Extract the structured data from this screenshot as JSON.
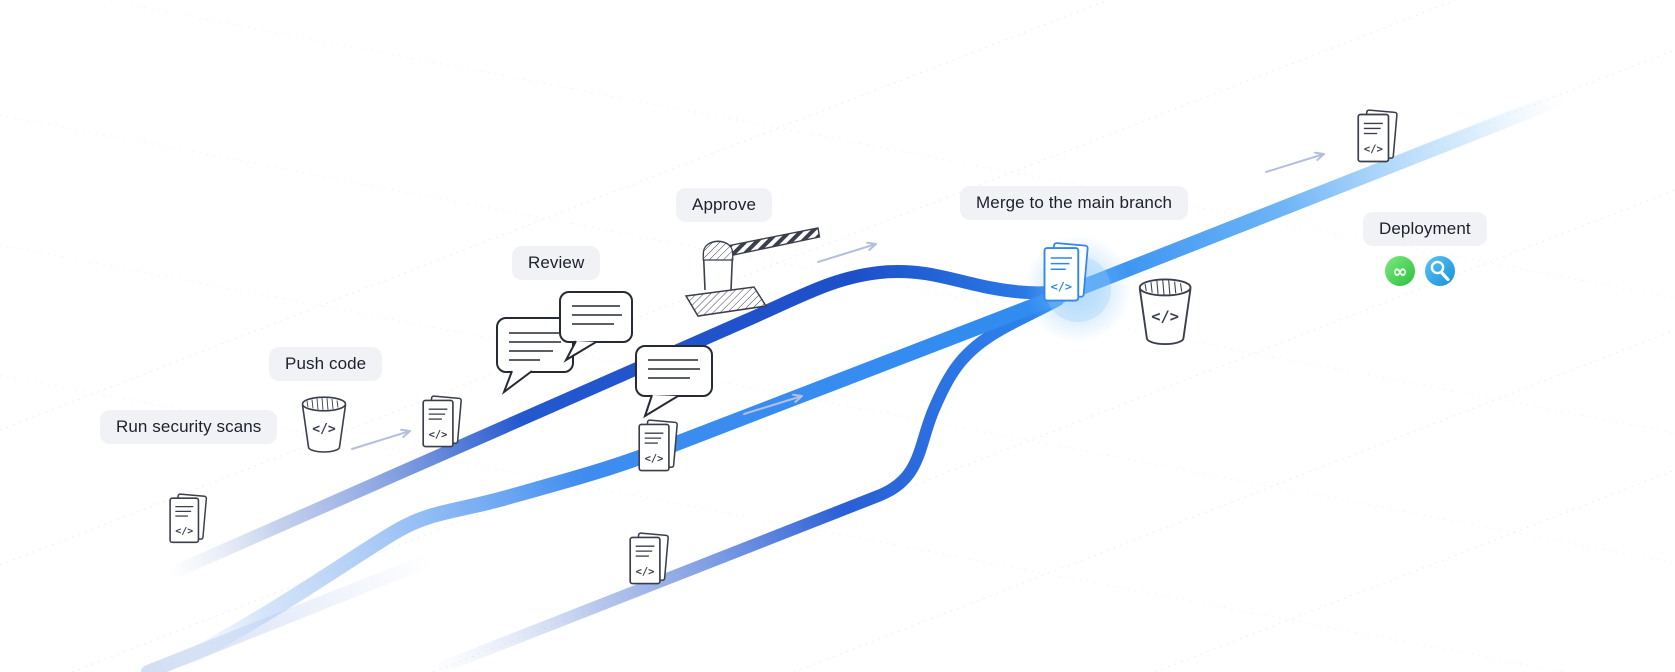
{
  "diagram": {
    "background": "#ffffff",
    "stages": {
      "run_security_scans": "Run security scans",
      "push_code": "Push code",
      "review": "Review",
      "approve": "Approve",
      "merge": "Merge to the main branch",
      "deployment": "Deployment"
    },
    "icons": {
      "code_file_glyph": "</>",
      "code_bin_glyph": "</>",
      "infinity_glyph": "∞"
    },
    "colors": {
      "pill_bg": "#f1f2f6",
      "pill_text": "#1d212c",
      "branch_dark_blue": "#1d4fc9",
      "branch_blue": "#2e86ee",
      "branch_light_blue": "#6fb5f6",
      "outline": "#3a3f4b",
      "arrow": "#b4bfdd",
      "deploy_green": "#3ecf4a",
      "monitor_blue": "#1b97dd"
    }
  }
}
